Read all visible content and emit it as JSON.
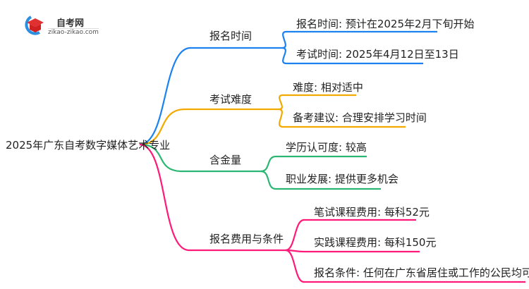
{
  "logo": {
    "title": "自考网",
    "url": "zikao-zikao.com"
  },
  "root": "2025年广东自考数字媒体艺术专业",
  "branches": [
    {
      "label": "报名时间",
      "color": "#1c82f0",
      "children": [
        "报名时间: 预计在2025年2月下旬开始",
        "考试时间: 2025年4月12日至13日"
      ]
    },
    {
      "label": "考试难度",
      "color": "#f2a900",
      "children": [
        "难度: 相对适中",
        "备考建议: 合理安排学习时间"
      ]
    },
    {
      "label": "含金量",
      "color": "#2bb673",
      "children": [
        "学历认可度: 较高",
        "职业发展: 提供更多机会"
      ]
    },
    {
      "label": "报名费用与条件",
      "color": "#ff1a7a",
      "children": [
        "笔试课程费用: 每科52元",
        "实践课程费用: 每科150元",
        "报名条件: 任何在广东省居住或工作的公民均可参加自考"
      ]
    }
  ]
}
